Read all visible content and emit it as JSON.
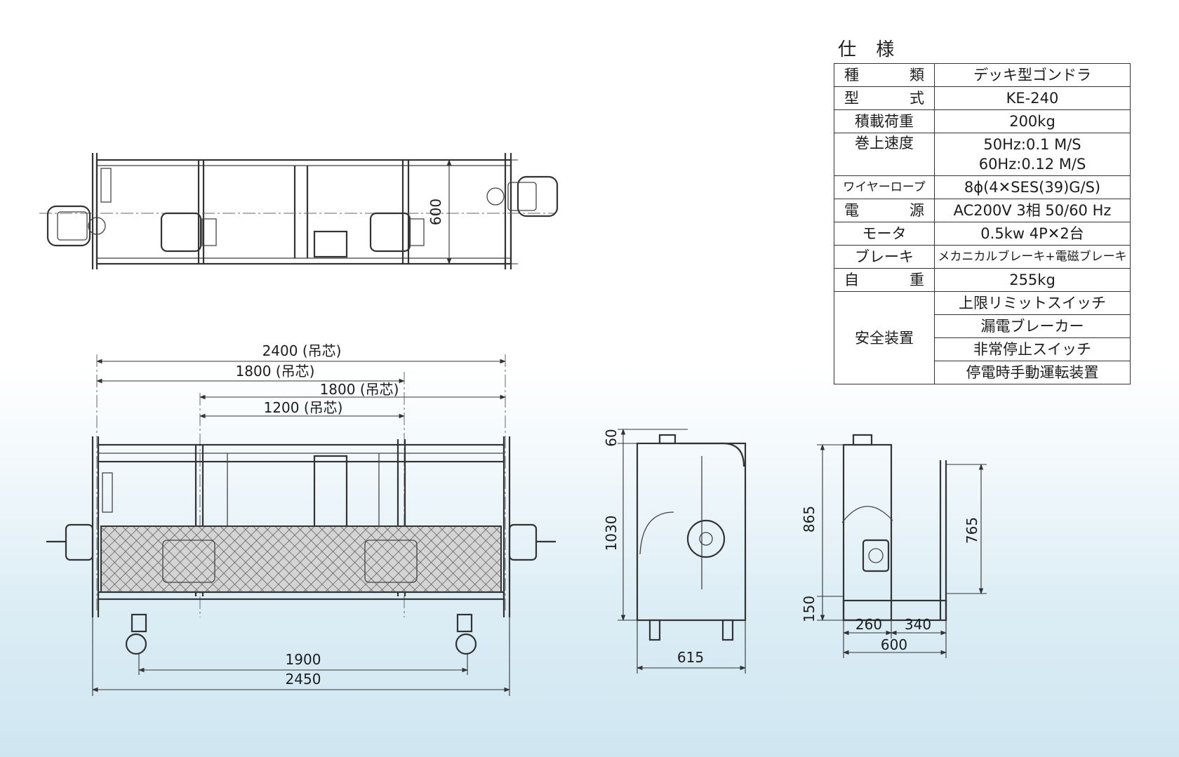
{
  "spec": {
    "title": "仕 様",
    "rows": [
      {
        "key": "種 類",
        "value": "デッキ型ゴンドラ"
      },
      {
        "key": "型 式",
        "value": "KE-240"
      },
      {
        "key": "積載荷重",
        "value": "200kg"
      },
      {
        "key": "巻上速度",
        "value_lines": [
          "50Hz:0.1 M/S",
          "60Hz:0.12 M/S"
        ]
      },
      {
        "key": "ワイヤーロープ",
        "value": "8ϕ(4✕SES(39)G/S)"
      },
      {
        "key": "電 源",
        "value": "AC200V 3相 50/60 Hz"
      },
      {
        "key": "モータ",
        "value": "0.5kw 4P✕2台"
      },
      {
        "key": "ブレーキ",
        "value": "メカニカルブレーキ+電磁ブレーキ"
      },
      {
        "key": "自 重",
        "value": "255kg"
      },
      {
        "key": "安全装置",
        "values": [
          "上限リミットスイッチ",
          "漏電ブレーカー",
          "非常停止スイッチ",
          "停電時手動運転装置"
        ]
      }
    ]
  },
  "dimensions": {
    "plan": {
      "depth": "600"
    },
    "front": {
      "span_2400": "2400 (吊芯)",
      "span_1800_a": "1800 (吊芯)",
      "span_1800_b": "1800 (吊芯)",
      "span_1200": "1200 (吊芯)",
      "caster_1900": "1900",
      "overall_2450": "2450"
    },
    "side": {
      "top_60": "60",
      "height_1030": "1030",
      "width_615": "615"
    },
    "end": {
      "height_865": "865",
      "height_150": "150",
      "height_765": "765",
      "w_260": "260",
      "w_340": "340",
      "w_600": "600"
    }
  }
}
